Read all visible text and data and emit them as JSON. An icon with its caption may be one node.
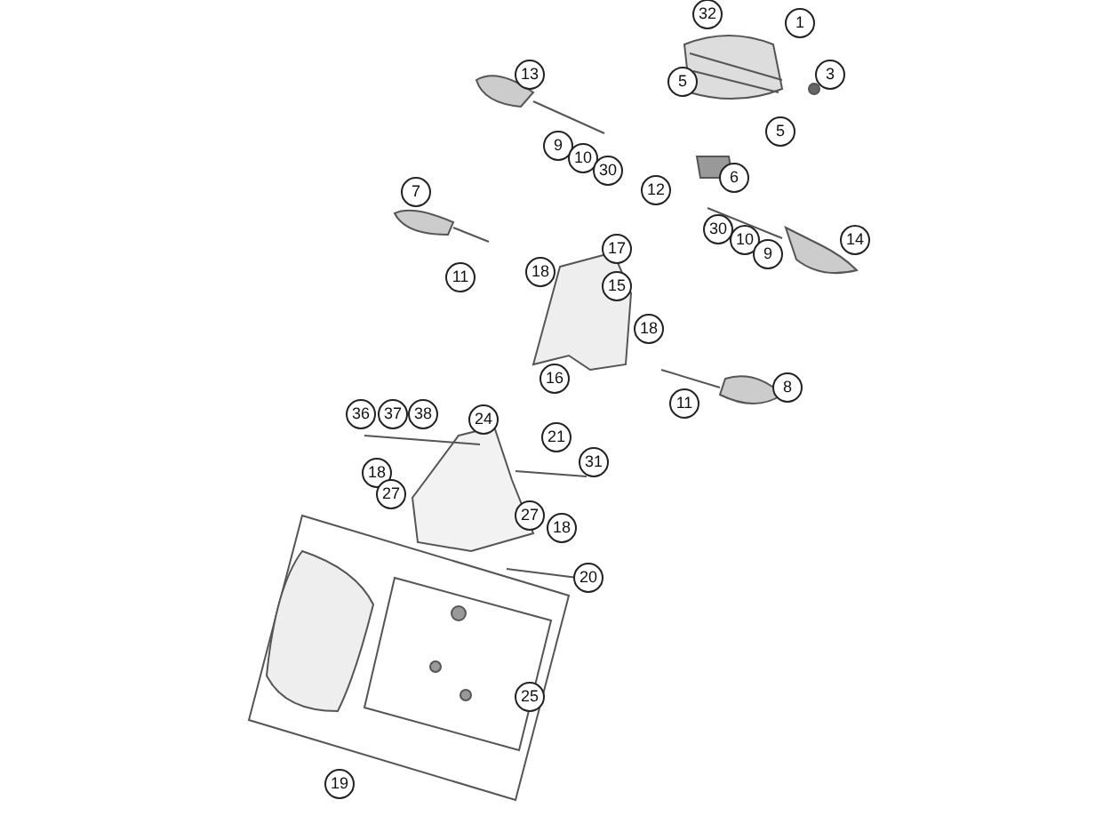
{
  "diagram": {
    "labels": [
      "32",
      "1",
      "13",
      "3",
      "5",
      "5",
      "9",
      "10",
      "30",
      "6",
      "7",
      "12",
      "30",
      "10",
      "9",
      "14",
      "17",
      "11",
      "18",
      "15",
      "18",
      "16",
      "8",
      "11",
      "36",
      "37",
      "38",
      "24",
      "21",
      "31",
      "18",
      "27",
      "27",
      "18",
      "20",
      "25",
      "19"
    ]
  }
}
